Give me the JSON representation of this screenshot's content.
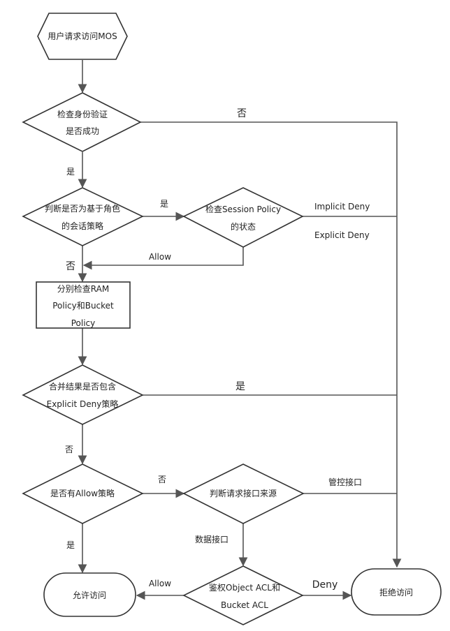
{
  "nodes": {
    "start": [
      "用户请求访问MOS"
    ],
    "check_auth": [
      "检查身份验证",
      "是否成功"
    ],
    "role_session": [
      "判断是否为基于角色",
      "的会话策略"
    ],
    "session_policy": [
      "检查Session Policy",
      "的状态"
    ],
    "check_policies": [
      "分别检查RAM",
      "Policy和Bucket",
      "Policy"
    ],
    "merge_deny": [
      "合并结果是否包含",
      "Explicit Deny策略"
    ],
    "has_allow": [
      "是否有Allow策略"
    ],
    "interface_source": [
      "判断请求接口来源"
    ],
    "acl": [
      "鉴权Object ACL和",
      "Bucket ACL"
    ],
    "allow_access": [
      "允许访问"
    ],
    "deny_access": [
      "拒绝访问"
    ]
  },
  "edges": {
    "auth_no": "否",
    "auth_yes": "是",
    "role_yes": "是",
    "role_no": "否",
    "session_allow": "Allow",
    "implicit_deny": "Implicit Deny",
    "explicit_deny": "Explicit Deny",
    "merge_yes": "是",
    "merge_no": "否",
    "allow_no": "否",
    "allow_yes": "是",
    "mgmt_interface": "管控接口",
    "data_interface": "数据接口",
    "acl_allow": "Allow",
    "acl_deny": "Deny"
  }
}
